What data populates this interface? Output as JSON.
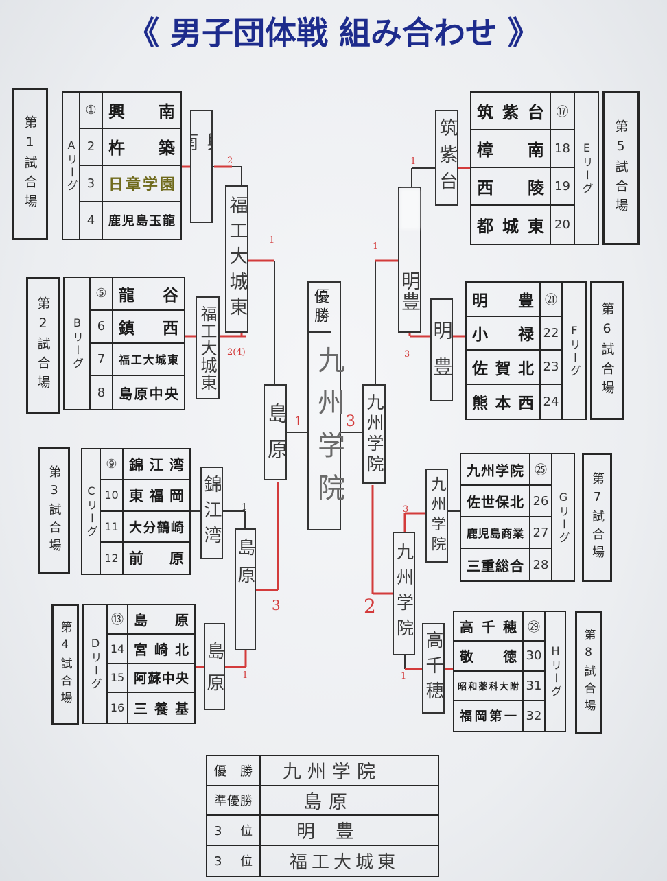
{
  "title": "《 男子団体戦 組み合わせ 》",
  "leagues": [
    {
      "venue": "第1試合場",
      "label": "Aリーグ",
      "teams": [
        {
          "no": "①",
          "name": "興 南"
        },
        {
          "no": "2",
          "name": "杵 築"
        },
        {
          "no": "3",
          "name": "日章学園"
        },
        {
          "no": "4",
          "name": "鹿児島玉龍"
        }
      ]
    },
    {
      "venue": "第2試合場",
      "label": "Bリーグ",
      "teams": [
        {
          "no": "⑤",
          "name": "龍 谷"
        },
        {
          "no": "6",
          "name": "鎮 西"
        },
        {
          "no": "7",
          "name": "福工大城東"
        },
        {
          "no": "8",
          "name": "島原中央"
        }
      ]
    },
    {
      "venue": "第3試合場",
      "label": "Cリーグ",
      "teams": [
        {
          "no": "⑨",
          "name": "錦 江 湾"
        },
        {
          "no": "10",
          "name": "東 福 岡"
        },
        {
          "no": "11",
          "name": "大分鶴崎"
        },
        {
          "no": "12",
          "name": "前 原"
        }
      ]
    },
    {
      "venue": "第4試合場",
      "label": "Dリーグ",
      "teams": [
        {
          "no": "⑬",
          "name": "島 原"
        },
        {
          "no": "14",
          "name": "宮 崎 北"
        },
        {
          "no": "15",
          "name": "阿蘇中央"
        },
        {
          "no": "16",
          "name": "三 養 基"
        }
      ]
    },
    {
      "venue": "第5試合場",
      "label": "Eリーグ",
      "teams": [
        {
          "no": "⑰",
          "name": "筑 紫 台"
        },
        {
          "no": "18",
          "name": "樟 南"
        },
        {
          "no": "19",
          "name": "西 陵"
        },
        {
          "no": "20",
          "name": "都 城 東"
        }
      ]
    },
    {
      "venue": "第6試合場",
      "label": "Fリーグ",
      "teams": [
        {
          "no": "㉑",
          "name": "明 豊"
        },
        {
          "no": "22",
          "name": "小 禄"
        },
        {
          "no": "23",
          "name": "佐 賀 北"
        },
        {
          "no": "24",
          "name": "熊 本 西"
        }
      ]
    },
    {
      "venue": "第7試合場",
      "label": "Gリーグ",
      "teams": [
        {
          "no": "㉕",
          "name": "九州学院"
        },
        {
          "no": "26",
          "name": "佐世保北"
        },
        {
          "no": "27",
          "name": "鹿児島商業"
        },
        {
          "no": "28",
          "name": "三重総合"
        }
      ]
    },
    {
      "venue": "第8試合場",
      "label": "Hリーグ",
      "teams": [
        {
          "no": "㉙",
          "name": "高 千 穂"
        },
        {
          "no": "30",
          "name": "敬 徳"
        },
        {
          "no": "31",
          "name": "昭和薬科大附"
        },
        {
          "no": "32",
          "name": "福岡第一"
        }
      ]
    }
  ],
  "bracket": {
    "league_winners": [
      "興南",
      "福工大城東",
      "錦江湾",
      "島原",
      "筑紫台",
      "明豊",
      "九州学院",
      "高千穂"
    ],
    "semifinal_winners": [
      "福工大城東",
      "島原",
      "明豊",
      "九州学院"
    ],
    "finalists": [
      "島原",
      "九州学院"
    ],
    "champion_header": "優勝",
    "champion": "九州学院",
    "scores": [
      "2",
      "2(4)",
      "1",
      "1",
      "1",
      "3",
      "1",
      "3",
      "1",
      "1",
      "3",
      "3",
      "2",
      "1"
    ]
  },
  "results": [
    {
      "place": "優 勝",
      "team": "九州学院"
    },
    {
      "place": "準優勝",
      "team": "島原"
    },
    {
      "place": "3 位",
      "team": "明豊"
    },
    {
      "place": "3 位",
      "team": "福工大城東"
    }
  ]
}
